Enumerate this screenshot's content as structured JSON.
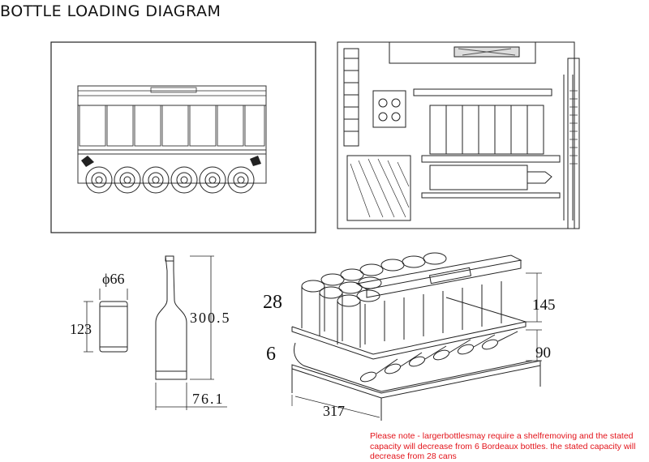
{
  "title": "BOTTLE LOADING DIAGRAM",
  "dims": {
    "can_diameter": "ϕ66",
    "can_height": "123",
    "bottle_height": "300.5",
    "bottle_diameter": "76.1",
    "cans_count": "28",
    "bottles_count": "6",
    "cans_row_height": "145",
    "bottles_row_height": "90",
    "shelf_depth": "317"
  },
  "note": "Please note - largerbottlesmay require a shelfremoving and the stated capacity will decrease from 6 Bordeaux bottles. the stated capacity will decrease from 28 cans"
}
